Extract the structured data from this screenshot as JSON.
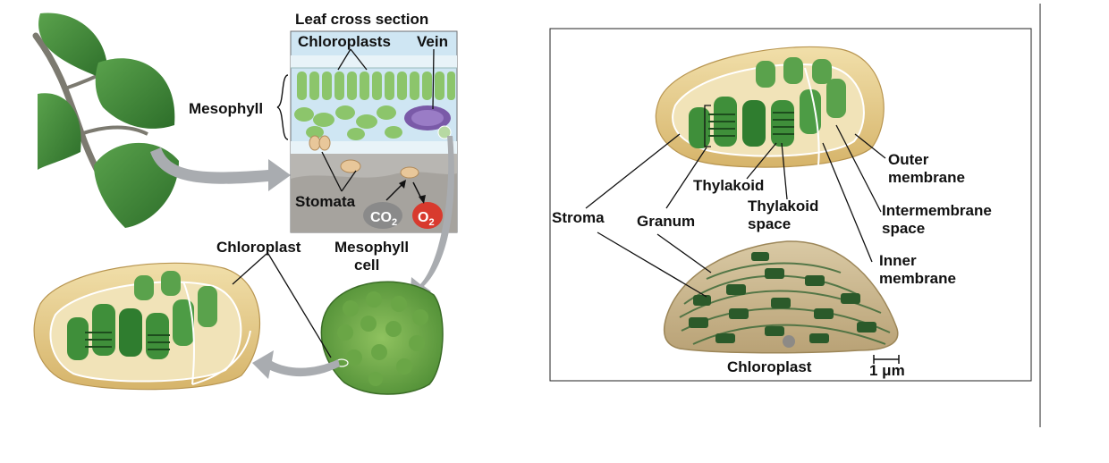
{
  "left_panel": {
    "leaf_cross_section_title": "Leaf cross section",
    "chloroplasts_label": "Chloroplasts",
    "vein_label": "Vein",
    "mesophyll_label": "Mesophyll",
    "stomata_label": "Stomata",
    "co2_label": "CO",
    "co2_subscript": "2",
    "o2_label": "O",
    "o2_subscript": "2",
    "chloroplast_label": "Chloroplast",
    "mesophyll_cell_line1": "Mesophyll",
    "mesophyll_cell_line2": "cell"
  },
  "right_panel": {
    "outer_membrane_line1": "Outer",
    "outer_membrane_line2": "membrane",
    "thylakoid_label": "Thylakoid",
    "thylakoid_space_line1": "Thylakoid",
    "thylakoid_space_line2": "space",
    "intermembrane_space_line1": "Intermembrane",
    "intermembrane_space_line2": "space",
    "stroma_label": "Stroma",
    "granum_label": "Granum",
    "inner_membrane_line1": "Inner",
    "inner_membrane_line2": "membrane",
    "chloroplast_micrograph_label": "Chloroplast",
    "scale_bar_label": "1 μm"
  },
  "colors": {
    "leaf_green": "#3f8a3a",
    "chloroplast_envelope": "#e4c98a",
    "thylakoid_green": "#2f7d2f",
    "co2_circle": "#8a8a8a",
    "o2_circle": "#d83a2e",
    "arrow_gray": "#a9acb0",
    "section_blue": "#cfe6f3"
  }
}
